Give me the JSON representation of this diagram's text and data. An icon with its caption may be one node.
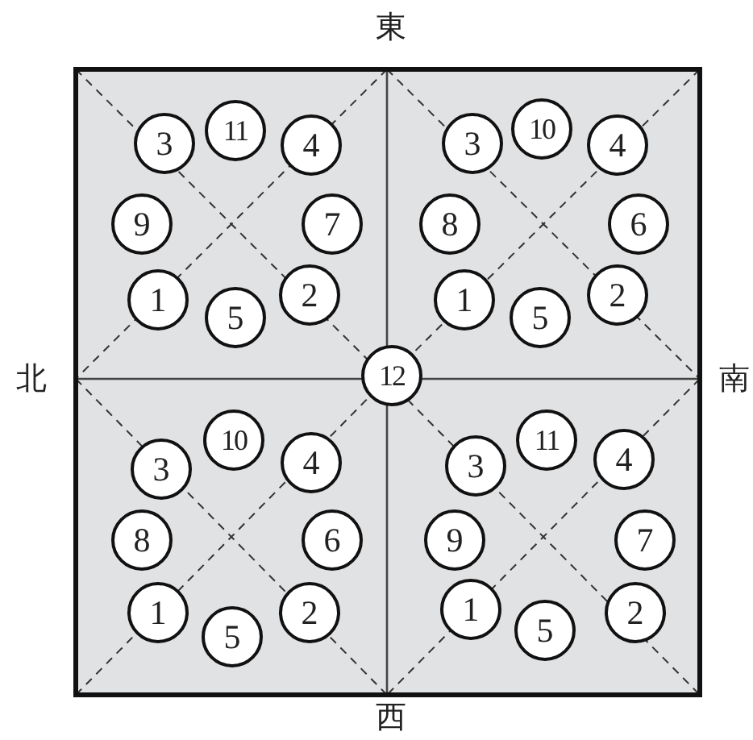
{
  "diagram": {
    "nodes": [
      {
        "text": [
          "3"
        ]
      },
      {
        "text": [
          "11"
        ]
      },
      {
        "text": [
          "4"
        ]
      },
      {
        "text": [
          "9"
        ]
      },
      {
        "text": [
          "7"
        ]
      },
      {
        "text": [
          "1"
        ]
      },
      {
        "text": [
          "5"
        ]
      },
      {
        "text": [
          "2"
        ]
      },
      {
        "text": [
          "3"
        ]
      },
      {
        "text": [
          "10"
        ]
      },
      {
        "text": [
          "4"
        ]
      },
      {
        "text": [
          "8"
        ]
      },
      {
        "text": [
          "6"
        ]
      },
      {
        "text": [
          "1"
        ]
      },
      {
        "text": [
          "5"
        ]
      },
      {
        "text": [
          "2"
        ]
      },
      {
        "text": [
          "12"
        ]
      },
      {
        "text": [
          "3"
        ]
      },
      {
        "text": [
          "10"
        ]
      },
      {
        "text": [
          "4"
        ]
      },
      {
        "text": [
          "8"
        ]
      },
      {
        "text": [
          "6"
        ]
      },
      {
        "text": [
          "1"
        ]
      },
      {
        "text": [
          "5"
        ]
      },
      {
        "text": [
          "2"
        ]
      },
      {
        "text": [
          "3"
        ]
      },
      {
        "text": [
          "11"
        ]
      },
      {
        "text": [
          "4"
        ]
      },
      {
        "text": [
          "9"
        ]
      },
      {
        "text": [
          "7"
        ]
      },
      {
        "text": [
          "1"
        ]
      },
      {
        "text": [
          "5"
        ]
      },
      {
        "text": [
          "2"
        ]
      }
    ],
    "labels": [
      "東",
      "北",
      "南",
      "西"
    ]
  }
}
